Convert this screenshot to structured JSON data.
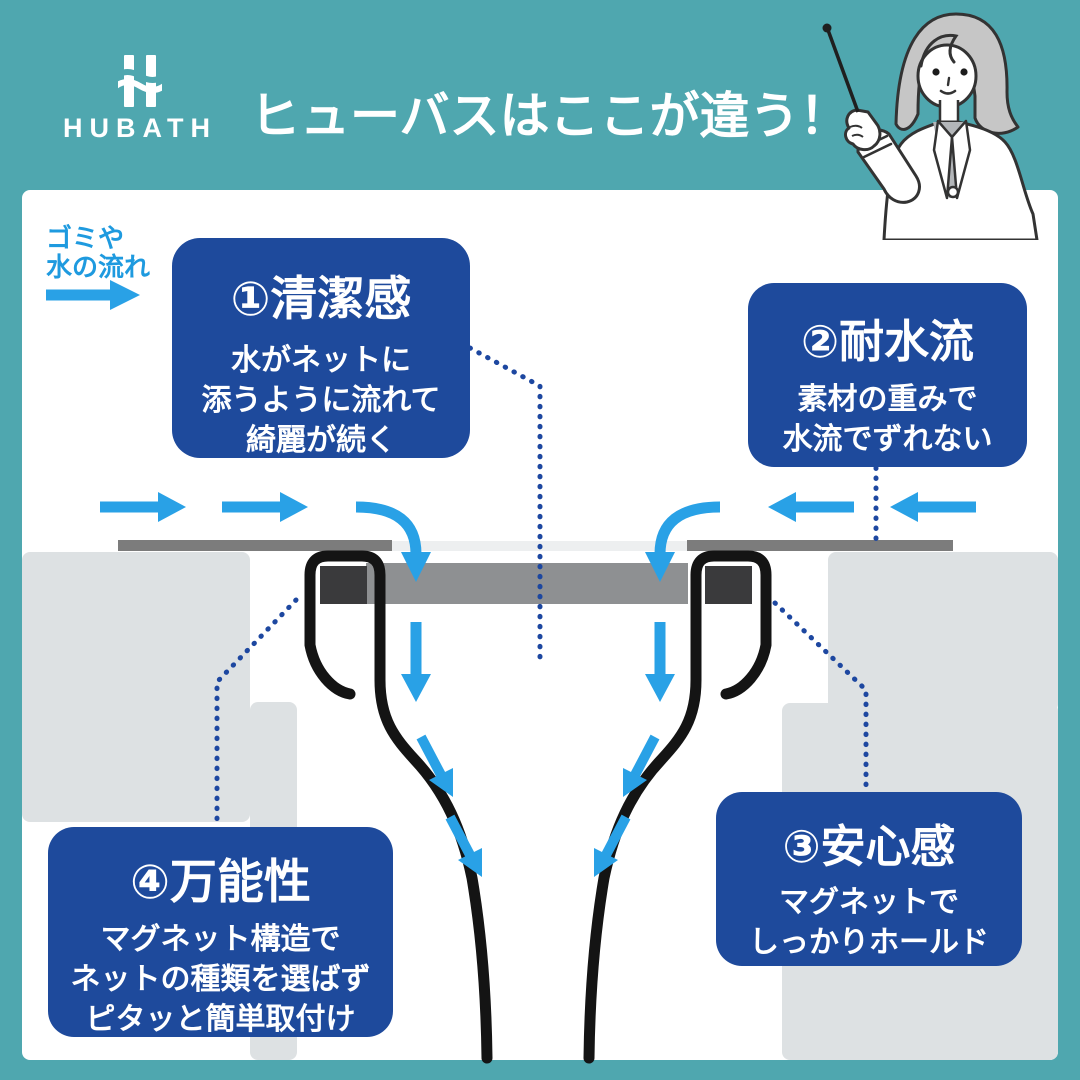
{
  "header": {
    "brand": "HUBATH",
    "brand_icon": "hubath-wave-h-logo",
    "title": "ヒューバスはここが違う！",
    "presenter_icon": "woman-presenter-with-pointer"
  },
  "flow_label": {
    "line1": "ゴミや",
    "line2": "水の流れ"
  },
  "features": [
    {
      "title": "①清潔感",
      "lines": [
        "水がネットに",
        "添うように流れて",
        "綺麗が続く"
      ]
    },
    {
      "title": "②耐水流",
      "lines": [
        "素材の重みで",
        "水流でずれない"
      ]
    },
    {
      "title": "③安心感",
      "lines": [
        "マグネットで",
        "しっかりホールド"
      ]
    },
    {
      "title": "④万能性",
      "lines": [
        "マグネット構造で",
        "ネットの種類を選ばず",
        "ピタッと簡単取付け"
      ]
    }
  ],
  "diagram_parts": {
    "net": "drain-net-funnel",
    "plate": "drain-plate",
    "magnets": "magnet-blocks",
    "walls": "drain-pit-walls",
    "water_arrows": "water-flow-arrows",
    "callout_lines": "dotted-callout-lines"
  },
  "colors": {
    "teal_frame": "#4FA7AF",
    "box_blue": "#1E4A9C",
    "arrow_blue": "#29A1E6",
    "label_blue": "#1E9ADF",
    "dotted_navy": "#1D47A0",
    "floor_gray": "#7C7C7C",
    "plate_gray": "#8E9092",
    "wall_gray": "#DDE1E3",
    "magnet_dark": "#3A3A3C",
    "net_black": "#141414"
  }
}
